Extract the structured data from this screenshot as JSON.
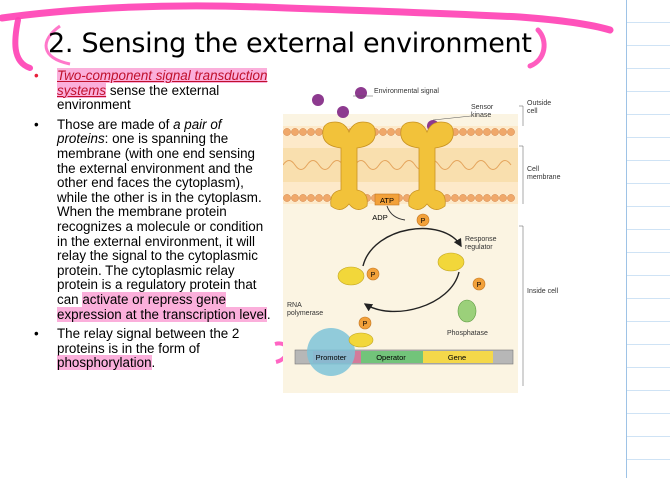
{
  "slide": {
    "title": "2. Sensing the external environment",
    "bullet1": {
      "link": "Two-component signal transduction systems",
      "rest": " sense the external environment"
    },
    "bullet2": {
      "p1": "Those are made of ",
      "em1": "a pair of proteins",
      "p2": ": one is spanning the membrane (with one end sensing the external environment and the other end faces the cytoplasm), while the other is in the cytoplasm. When the membrane protein recognizes a molecule or condition in the external environment, it will relay the signal to the cytoplasmic protein. The cytoplasmic relay protein is a regulatory protein that can ",
      "hl": "activate or repress gene expression at the transcription level",
      "p3": "."
    },
    "bullet3": {
      "p1": "The relay signal between the 2 proteins is in the form of ",
      "hl": "phosphorylation",
      "p2": "."
    }
  },
  "diagram": {
    "environmental_signal": "Environmental signal",
    "sensor_kinase": "Sensor kinase",
    "outside_cell": "Outside cell",
    "cell_membrane": "Cell membrane",
    "inside_cell": "Inside cell",
    "atp": "ATP",
    "adp": "ADP",
    "p": "P",
    "response_regulator": "Response regulator",
    "rna_polymerase": "RNA polymerase",
    "phosphatase": "Phosphatase",
    "promoter": "Promoter",
    "operator": "Operator",
    "gene": "Gene"
  },
  "colors": {
    "highlight": "#f76ebe",
    "annotation_pen": "#ff3fb4",
    "link": "#c0102c",
    "protein": "#f2c23a",
    "membrane": "#f0a86a"
  }
}
